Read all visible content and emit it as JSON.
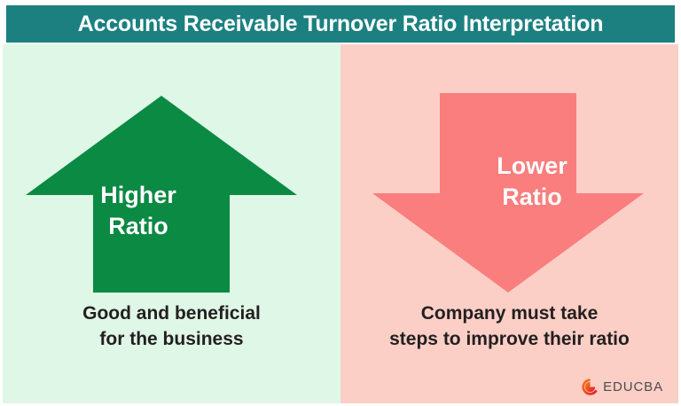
{
  "header": {
    "title": "Accounts Receivable Turnover Ratio Interpretation",
    "background_color": "#1d8080",
    "text_color": "#ffffff"
  },
  "panels": [
    {
      "id": "higher-ratio",
      "background_color": "#dff7e6",
      "arrow": {
        "direction": "up",
        "color": "#0b8a43",
        "icon": "arrow-up-icon",
        "label": "Higher\nRatio",
        "label_color": "#ffffff"
      },
      "caption": "Good and beneficial\nfor the business",
      "caption_color": "#231f20"
    },
    {
      "id": "lower-ratio",
      "background_color": "#fbcfc6",
      "arrow": {
        "direction": "down",
        "color": "#fa7e7e",
        "icon": "arrow-down-icon",
        "label": "Lower\nRatio",
        "label_color": "#ffffff"
      },
      "caption": "Company must take\nsteps to improve their ratio",
      "caption_color": "#231f20"
    }
  ],
  "logo": {
    "name": "EDUCBA",
    "text": "EDUCBA",
    "mark_color_start": "#f05a28",
    "mark_color_end": "#e8192c",
    "text_color": "#4c4c4c"
  }
}
